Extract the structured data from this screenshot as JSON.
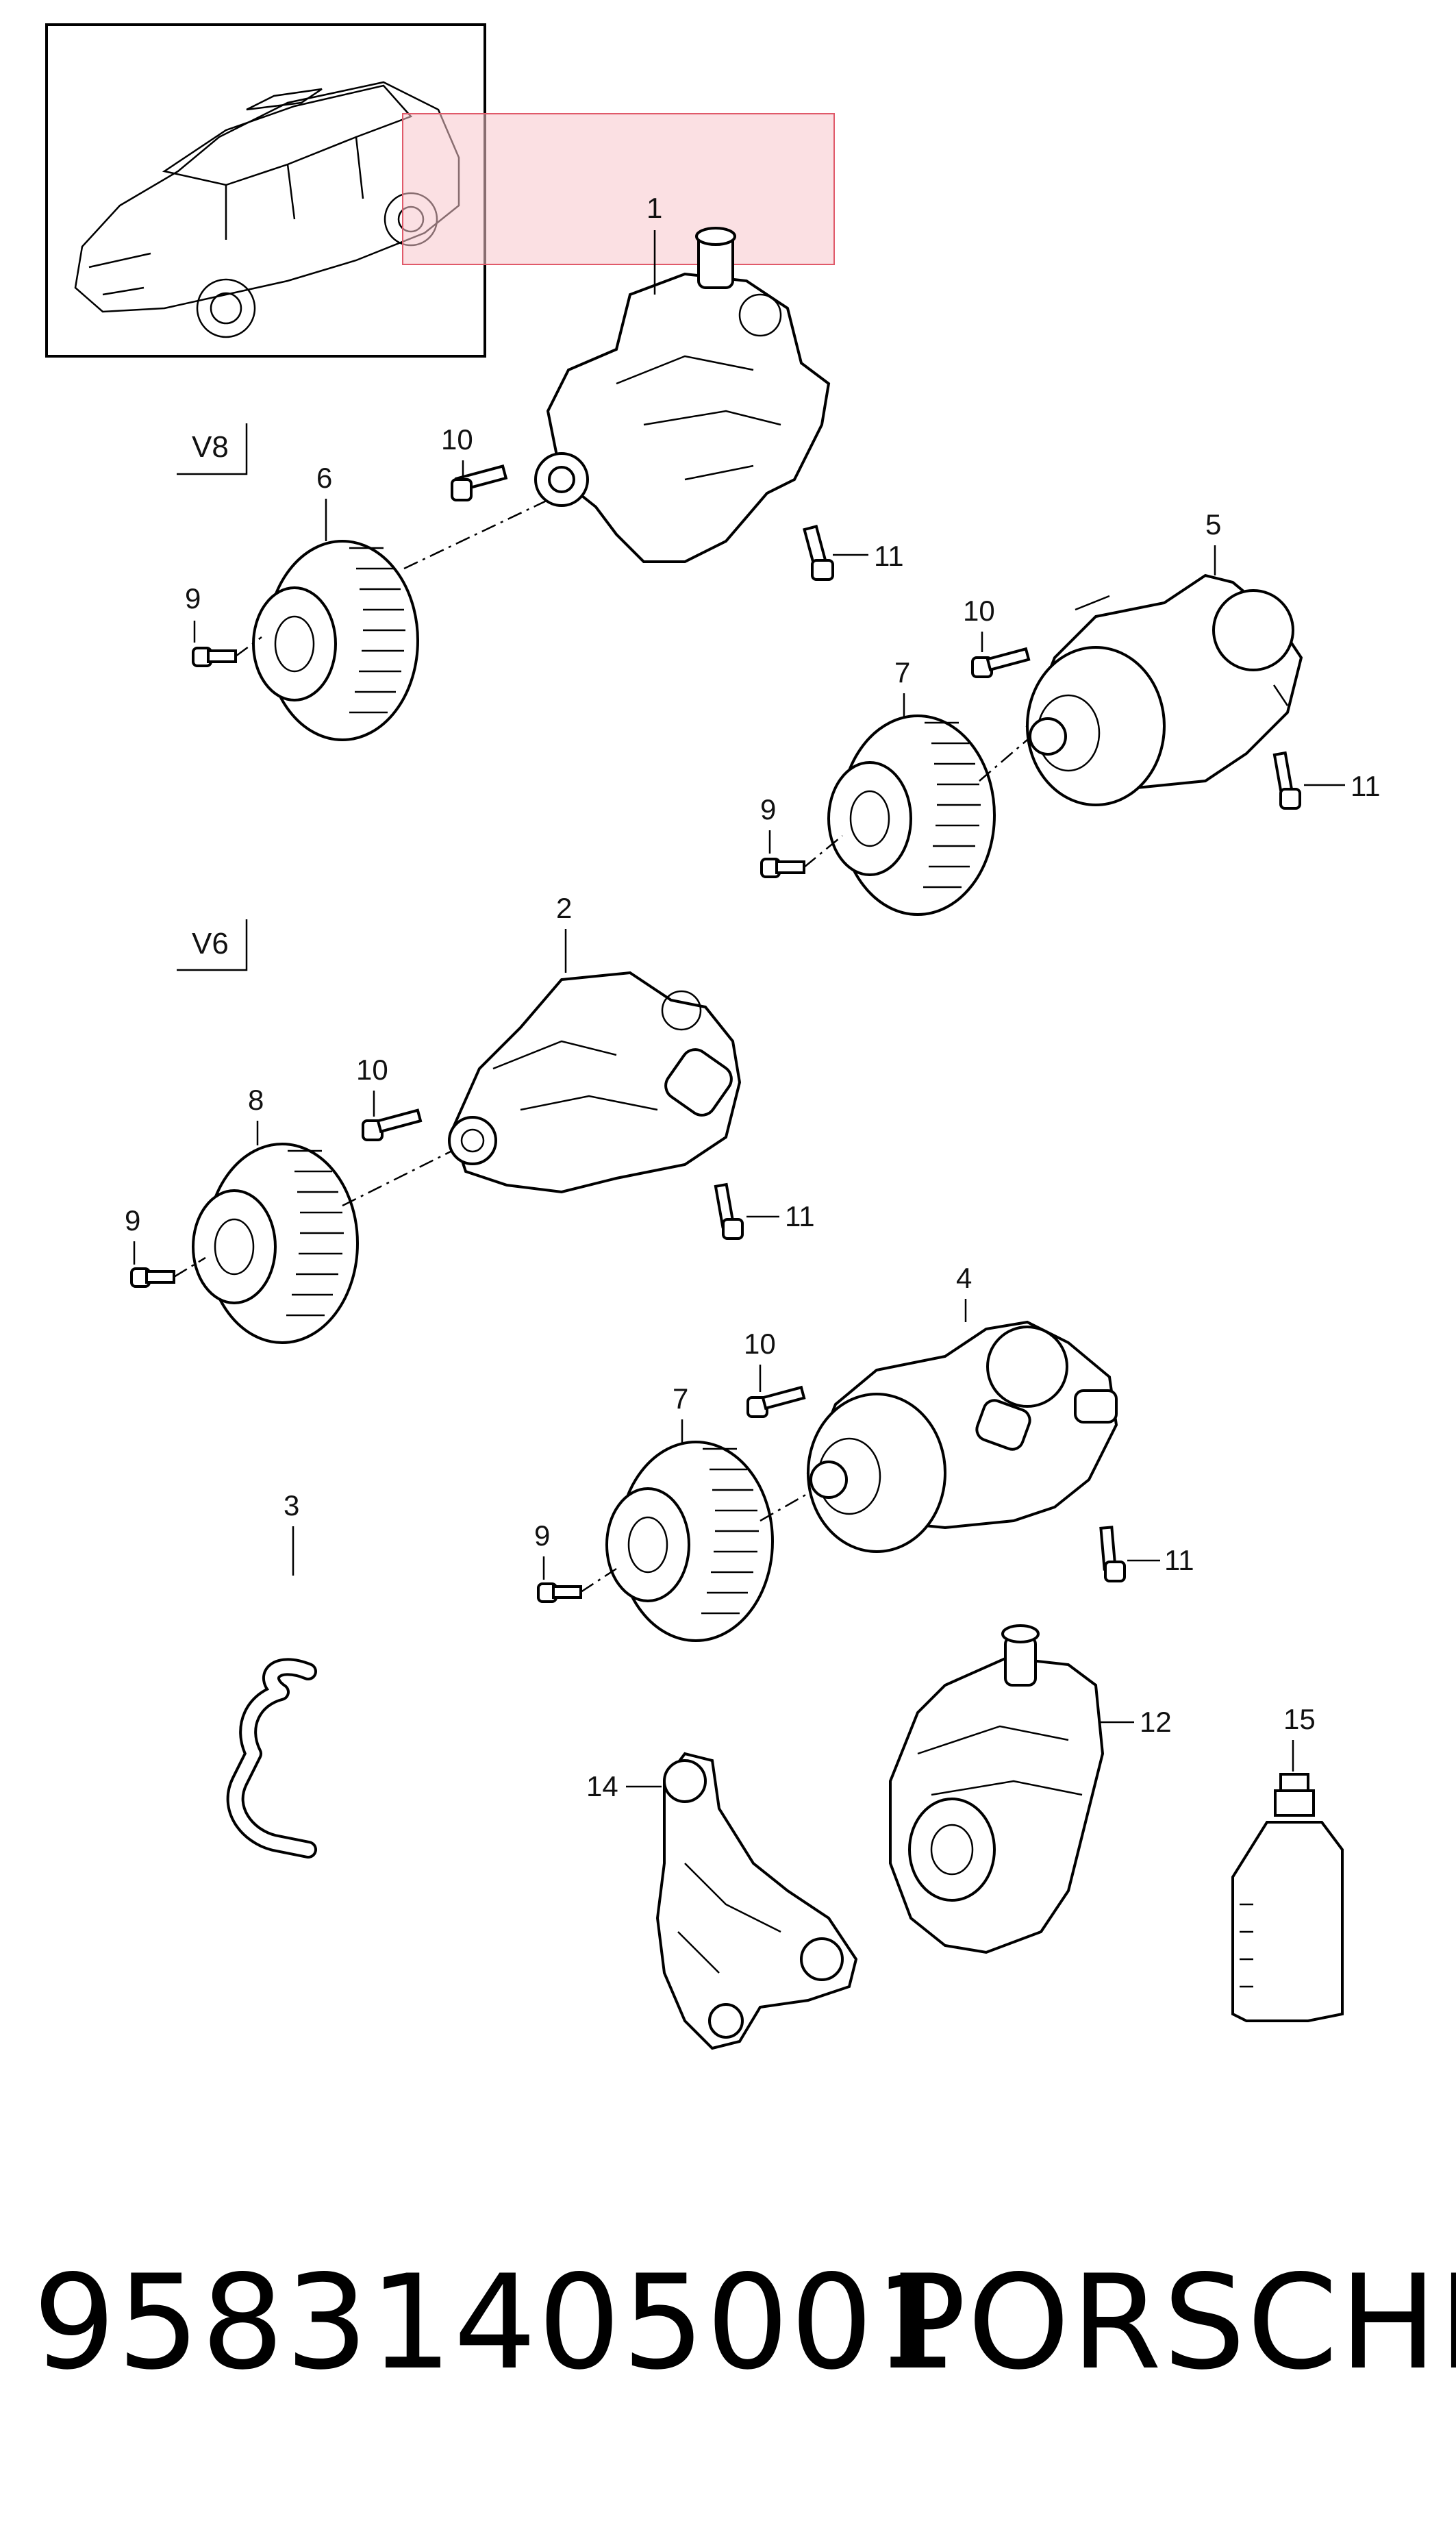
{
  "diagram": {
    "engine_labels": {
      "v8": "V8",
      "v6": "V6"
    },
    "callouts": {
      "c1": "1",
      "c2": "2",
      "c3": "3",
      "c4": "4",
      "c5": "5",
      "c6": "6",
      "c7a": "7",
      "c7b": "7",
      "c8": "8",
      "c9a": "9",
      "c9b": "9",
      "c9c": "9",
      "c9d": "9",
      "c10a": "10",
      "c10b": "10",
      "c10c": "10",
      "c10d": "10",
      "c11a": "11",
      "c11b": "11",
      "c11c": "11",
      "c11d": "11",
      "c12": "12",
      "c14": "14",
      "c15": "15"
    },
    "icons": [
      "car-thumbnail",
      "power-steering-pump",
      "pulley",
      "bolt",
      "hose",
      "bracket",
      "oil-bottle"
    ],
    "highlight_color": "#f7c6cc"
  },
  "footer": {
    "part_number": "95831405001",
    "brand": "PORSCHE"
  }
}
